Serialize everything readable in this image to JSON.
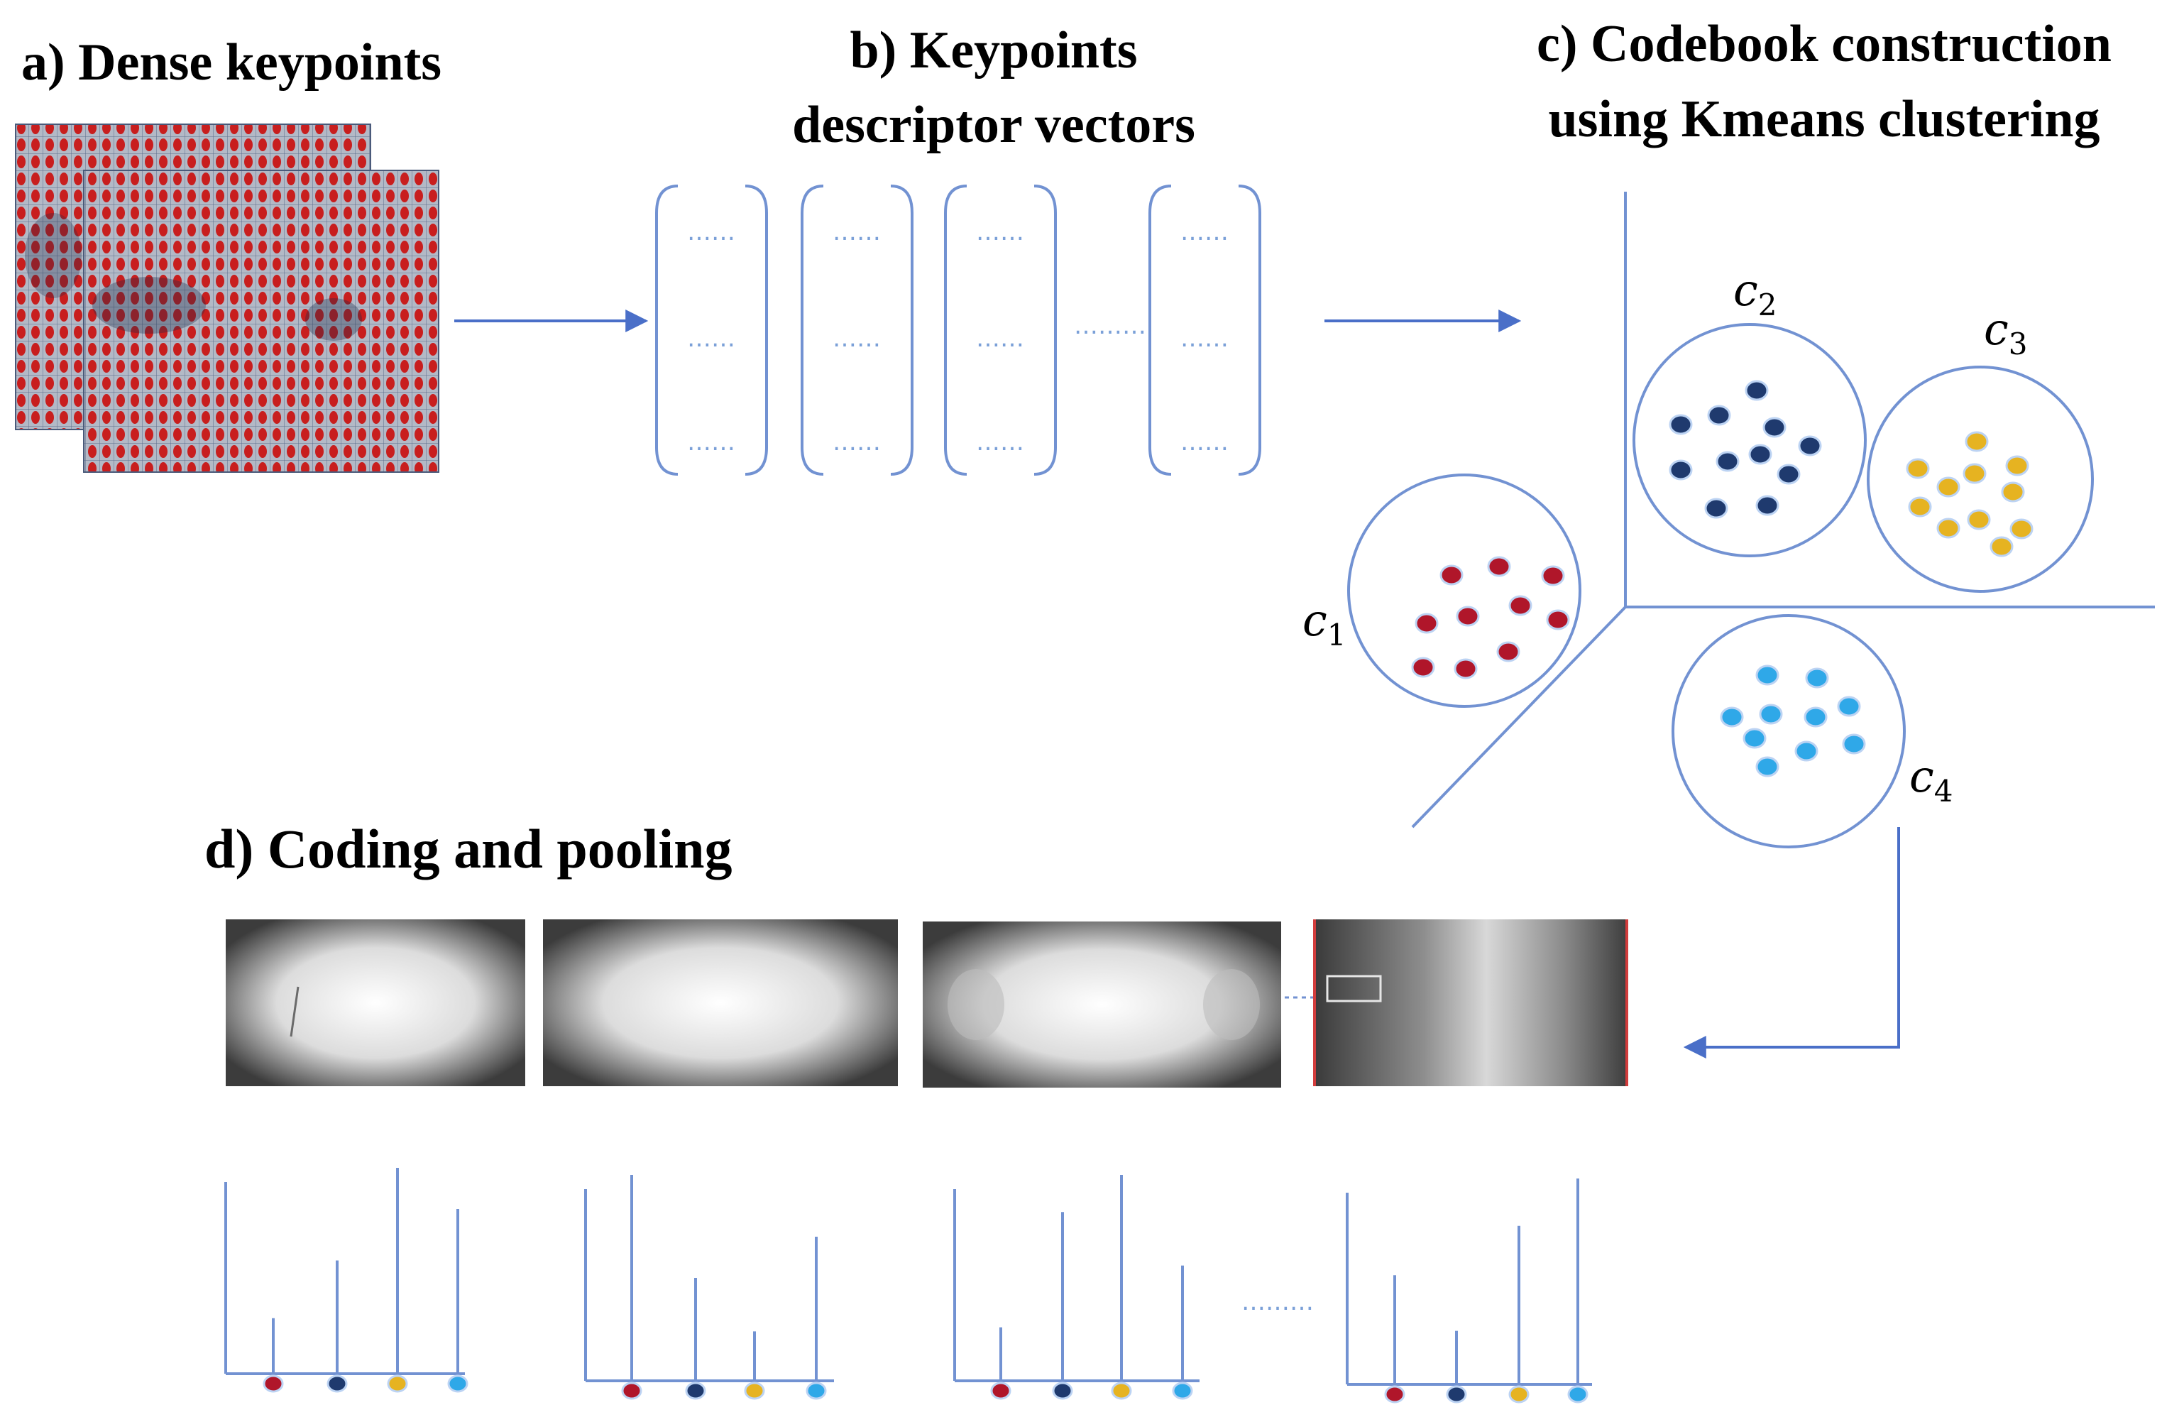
{
  "titles": {
    "a": "a) Dense keypoints",
    "b_line1": "b) Keypoints",
    "b_line2": "descriptor vectors",
    "c_line1": "c) Codebook construction",
    "c_line2": "using Kmeans clustering",
    "d": "d) Coding and pooling"
  },
  "clusters": [
    {
      "name": "c",
      "sub": "1",
      "color": "#b0162a"
    },
    {
      "name": "c",
      "sub": "2",
      "color": "#1f3a6e"
    },
    {
      "name": "c",
      "sub": "3",
      "color": "#e6b321"
    },
    {
      "name": "c",
      "sub": "4",
      "color": "#2fa8e8"
    }
  ],
  "vector_dots": "……",
  "ellipsis": "………",
  "histograms": [
    {
      "values": [
        0.27,
        0.55,
        1.0,
        0.8
      ]
    },
    {
      "values": [
        1.0,
        0.5,
        0.24,
        0.7
      ]
    },
    {
      "values": [
        0.26,
        0.82,
        1.0,
        0.56
      ]
    },
    {
      "values": [
        0.53,
        0.26,
        0.77,
        1.0
      ]
    }
  ],
  "colors": {
    "line": "#7292d2",
    "keypoint": "#c81e1e",
    "accent_border": "#d23c3c"
  }
}
